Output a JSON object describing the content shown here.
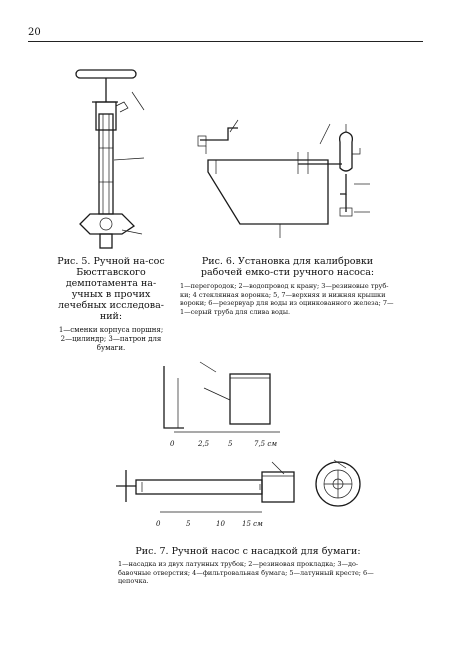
{
  "header": {
    "page_number": "20"
  },
  "fig5": {
    "caption_title": "Рис. 5. Ручной на-сос Бюстгавского демпотамента на-учных в прочих лечебных исследова-ний:",
    "caption_legend": "1—сменки корпуса поршня; 2—цилиндр; 3—патрон для бумаги."
  },
  "fig6": {
    "caption_title": "Рис. 6. Установка для калибровки рабочей емко-сти ручного насоса:",
    "caption_legend": "1—перегородок; 2—водопровод к крану; 3—резиновые труб-ки; 4 стеклянная воронка; 5, 7—верхняя и нижняя крышки вороки; 6—резервуар для воды из оцинкованного железа; 7—1—серый труба для слива воды."
  },
  "fig7": {
    "caption_title": "Рис. 7. Ручной насос с насадкой для бумаги:",
    "caption_legend": "1—насадка из двух латунных трубок; 2—резиновая прокладка; 3—до-бавочные отверстия; 4—фильтровальная бумага; 5—латунный кресте; 6—цепочка.",
    "scale_top": [
      "0",
      "2,5",
      "5",
      "7,5 см"
    ],
    "scale_bottom": [
      "0",
      "5",
      "10",
      "15 см"
    ]
  }
}
